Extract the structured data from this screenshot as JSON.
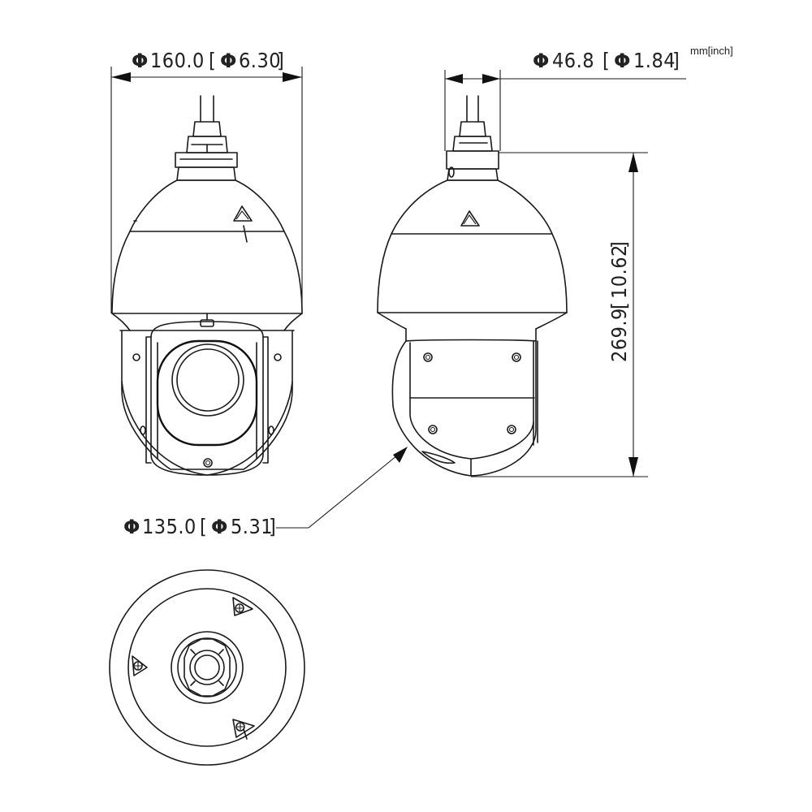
{
  "units_label": "mm[inch]",
  "dimensions": {
    "dome_diameter": {
      "symbol": "Φ",
      "mm": "160.0",
      "inch": "6.30"
    },
    "mount_diameter": {
      "symbol": "Φ",
      "mm": "46.8",
      "inch": "1.84"
    },
    "height": {
      "mm": "269.9",
      "inch": "10.62"
    },
    "base_diameter": {
      "symbol": "Φ",
      "mm": "135.0",
      "inch": "5.31"
    }
  },
  "views": [
    "front-view",
    "side-view",
    "top-view"
  ],
  "colors": {
    "line": "#1a1a1a",
    "background": "#ffffff"
  }
}
